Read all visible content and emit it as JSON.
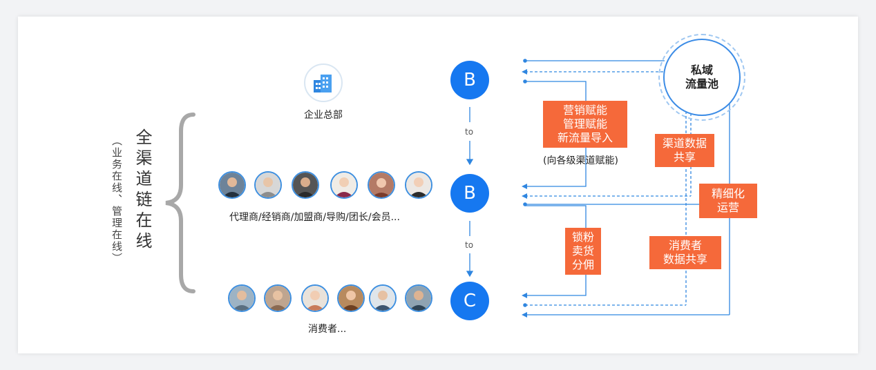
{
  "side": {
    "title": "全渠道链在线",
    "subtitle": "（业务在线、管理在线）"
  },
  "hq": {
    "label": "企业总部",
    "icon": "building-icon"
  },
  "agents": {
    "label": "代理商/经销商/加盟商/导购/团长/会员...",
    "avatars": [
      "person",
      "person",
      "person",
      "person",
      "person",
      "person"
    ]
  },
  "consumers": {
    "label": "消费者...",
    "avatars": [
      "person",
      "person",
      "person",
      "person",
      "person",
      "person"
    ]
  },
  "nodes": {
    "b1": "B",
    "b2": "B",
    "c": "C"
  },
  "connectors": {
    "to1": "to",
    "to2": "to"
  },
  "pool": {
    "line1": "私域",
    "line2": "流量池"
  },
  "boxes": {
    "marketing": [
      "营销赋能",
      "管理赋能",
      "新流量导入"
    ],
    "marketing_note": "(向各级渠道赋能)",
    "lock": [
      "锁粉",
      "卖货",
      "分佣"
    ],
    "channel_data": [
      "渠道数据",
      "共享"
    ],
    "refined": [
      "精细化",
      "运营"
    ],
    "consumer_data": [
      "消费者",
      "数据共享"
    ]
  },
  "colors": {
    "node": "#1678f0",
    "box": "#f5693a",
    "line": "#2f86e0",
    "avatar_border": "#3d8fe0"
  }
}
